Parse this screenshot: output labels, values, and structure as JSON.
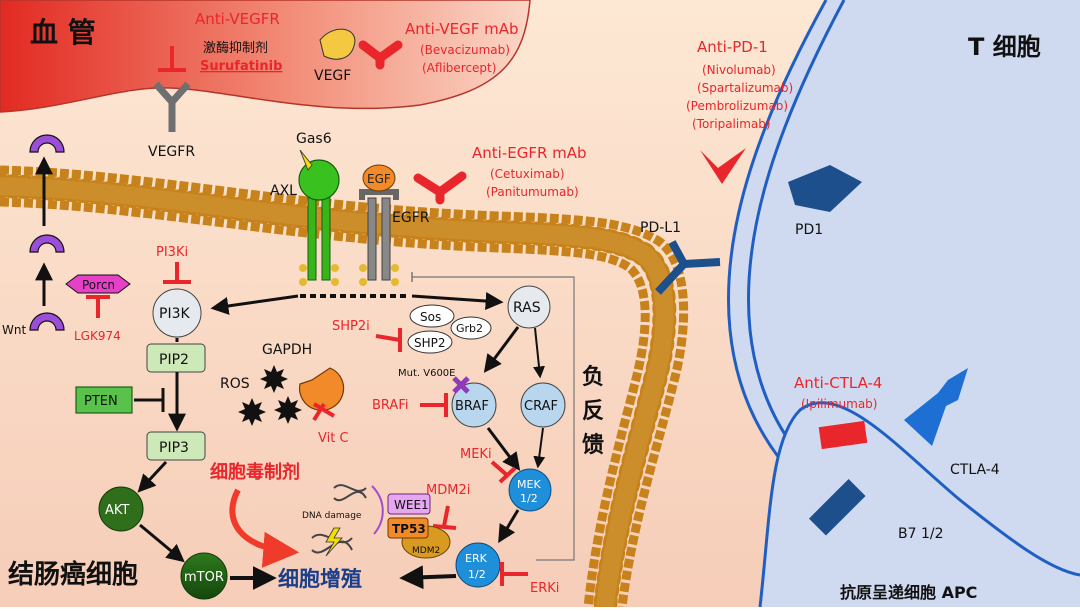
{
  "regions": {
    "vessel": "血 管",
    "tcell": "T 细胞",
    "crc": "结肠癌细胞",
    "apc": "抗原呈递细胞  APC"
  },
  "vegf": {
    "anti_vegfr": "Anti-VEGFR",
    "tki": "激酶抑制剂",
    "surufatinib": "Surufatinib",
    "vegf": "VEGF",
    "anti_vegf_mab": "Anti-VEGF mAb",
    "bevacizumab": "(Bevacizumab)",
    "aflibercept": "(Aflibercept)",
    "vegfr": "VEGFR"
  },
  "receptors": {
    "gas6": "Gas6",
    "axl": "AXL",
    "egf": "EGF",
    "egfr": "EGFR",
    "anti_egfr_mab": "Anti-EGFR mAb",
    "cetuximab": "(Cetuximab)",
    "panitumumab": "(Panitumumab)"
  },
  "pd1_block": {
    "anti_pd1": "Anti-PD-1",
    "drugs": [
      "(Nivolumab)",
      "(Spartalizumab)",
      "(Pembrolizumab)",
      "(Toripalimab)"
    ],
    "pdl1": "PD-L1",
    "pd1": "PD1"
  },
  "ctla4_block": {
    "anti_ctla4": "Anti-CTLA-4",
    "ipilimumab": "(Ipilimumab)",
    "ctla4": "CTLA-4",
    "b7": "B7 1/2"
  },
  "wnt": {
    "porcn": "Porcn",
    "wnt": "Wnt",
    "lgk974": "LGK974"
  },
  "pi3k": {
    "pi3ki": "PI3Ki",
    "pi3k": "PI3K",
    "pip2": "PIP2",
    "pten": "PTEN",
    "pip3": "PIP3",
    "akt": "AKT",
    "mtor": "mTOR"
  },
  "ros": {
    "gapdh": "GAPDH",
    "ros": "ROS",
    "vitc": "Vit C"
  },
  "mapk": {
    "shp2i": "SHP2i",
    "sos": "Sos",
    "grb2": "Grb2",
    "shp2": "SHP2",
    "ras": "RAS",
    "mut": "Mut. V600E",
    "brafi": "BRAFi",
    "braf": "BRAF",
    "craf": "CRAF",
    "meki": "MEKi",
    "mek": [
      "MEK",
      "1/2"
    ],
    "erk": [
      "ERK",
      "1/2"
    ],
    "erki": "ERKi"
  },
  "feedback": [
    "负",
    "反",
    "馈"
  ],
  "cytotoxic": {
    "label": "细胞毒制剂",
    "dna_damage": "DNA damage",
    "mdm2i": "MDM2i",
    "wee1": "WEE1",
    "tp53": "TP53",
    "mdm2": "MDM2"
  },
  "proliferation": "细胞增殖",
  "colors": {
    "inhibitor": "#e8262b",
    "membrane": "#c9851e",
    "dark_blue": "#1d4f7c",
    "node_green": "#2f6e1a"
  }
}
